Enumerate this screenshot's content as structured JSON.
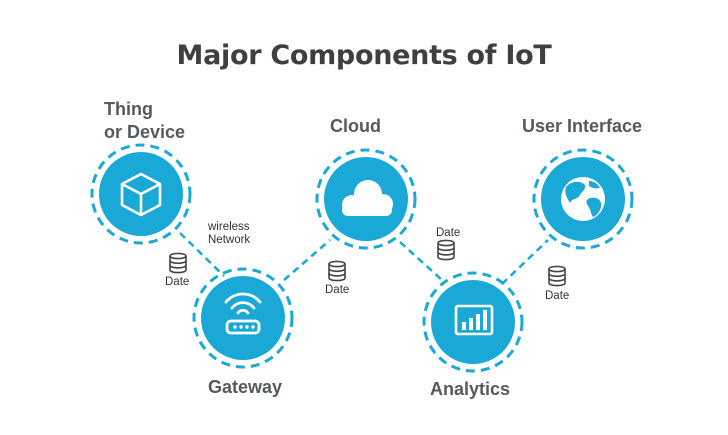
{
  "title": "Major Components of IoT",
  "components": {
    "thing": {
      "label_line1": "Thing",
      "label_line2": "or Device",
      "icon": "cube-icon"
    },
    "gateway": {
      "label": "Gateway",
      "icon": "wifi-router-icon"
    },
    "cloud": {
      "label": "Cloud",
      "icon": "cloud-icon"
    },
    "analytics": {
      "label": "Analytics",
      "icon": "bar-chart-icon"
    },
    "user_interface": {
      "label": "User Interface",
      "icon": "globe-icon"
    }
  },
  "connections": {
    "thing_gateway": {
      "data_label": "Date",
      "network_line1": "wireless",
      "network_line2": "Network"
    },
    "gateway_cloud": {
      "data_label": "Date"
    },
    "cloud_analytics": {
      "data_label": "Date"
    },
    "analytics_ui": {
      "data_label": "Date"
    }
  },
  "colors": {
    "accent": "#1aa8d6",
    "title": "#3f3f3f",
    "label": "#555a5e",
    "database": "#444444"
  }
}
